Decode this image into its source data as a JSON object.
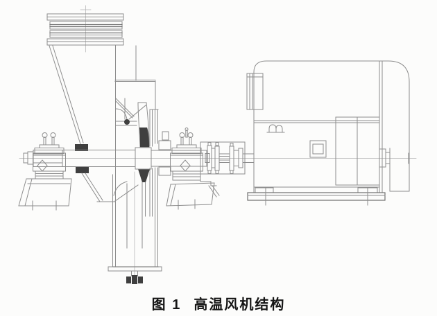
{
  "figure_caption": {
    "prefix": "图 1",
    "title": "高温风机结构",
    "full": "图 1  高温风机结构"
  },
  "colors": {
    "background": "#fcfcfb",
    "line": "#8d8d8d",
    "line_dark": "#6f6f6f",
    "fill_dark": "#3f3f3f",
    "caption_text": "#151515"
  },
  "components": [
    "inlet-expansion-joint",
    "inlet-hopper",
    "fan-housing",
    "impeller",
    "main-shaft",
    "left-bearing-pedestal",
    "right-bearing-pedestal",
    "shaft-coupling",
    "coupling-guard",
    "motor",
    "motor-terminal-box",
    "motor-nameplate",
    "motor-base",
    "outlet-box",
    "drain-fitting"
  ]
}
